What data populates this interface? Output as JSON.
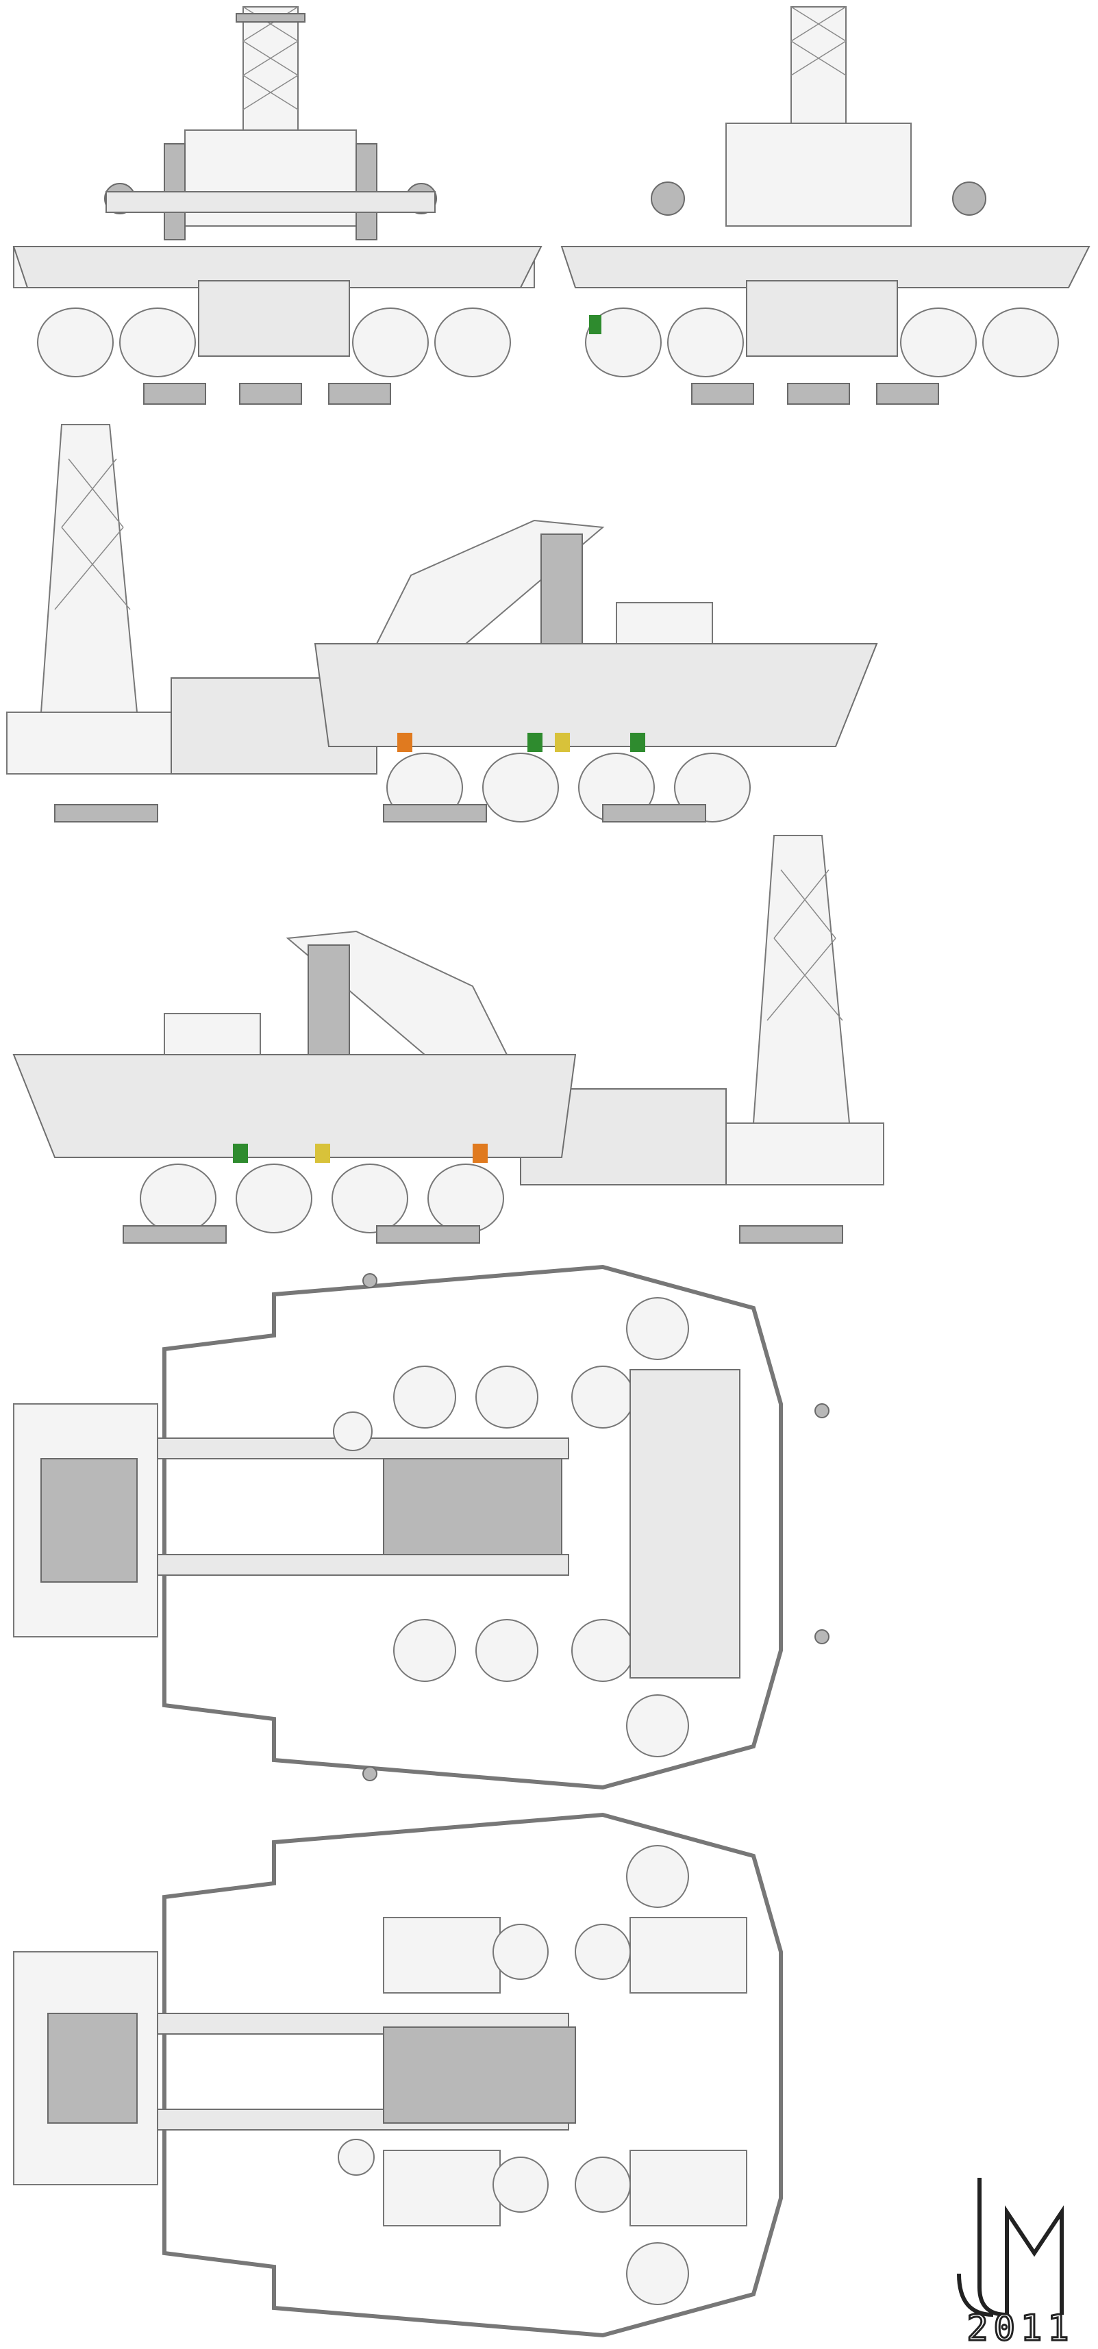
{
  "signature": {
    "year": "2011"
  },
  "views": [
    "front",
    "rear",
    "side-left",
    "side-right",
    "top",
    "bottom"
  ],
  "colors": {
    "hull": "#e9e9e9",
    "shadow": "#b8b8b8",
    "line": "#6f6f6f",
    "green_panel": "#2e8b2e",
    "orange_panel": "#e07a1f",
    "yellow_panel": "#d8c23a"
  }
}
